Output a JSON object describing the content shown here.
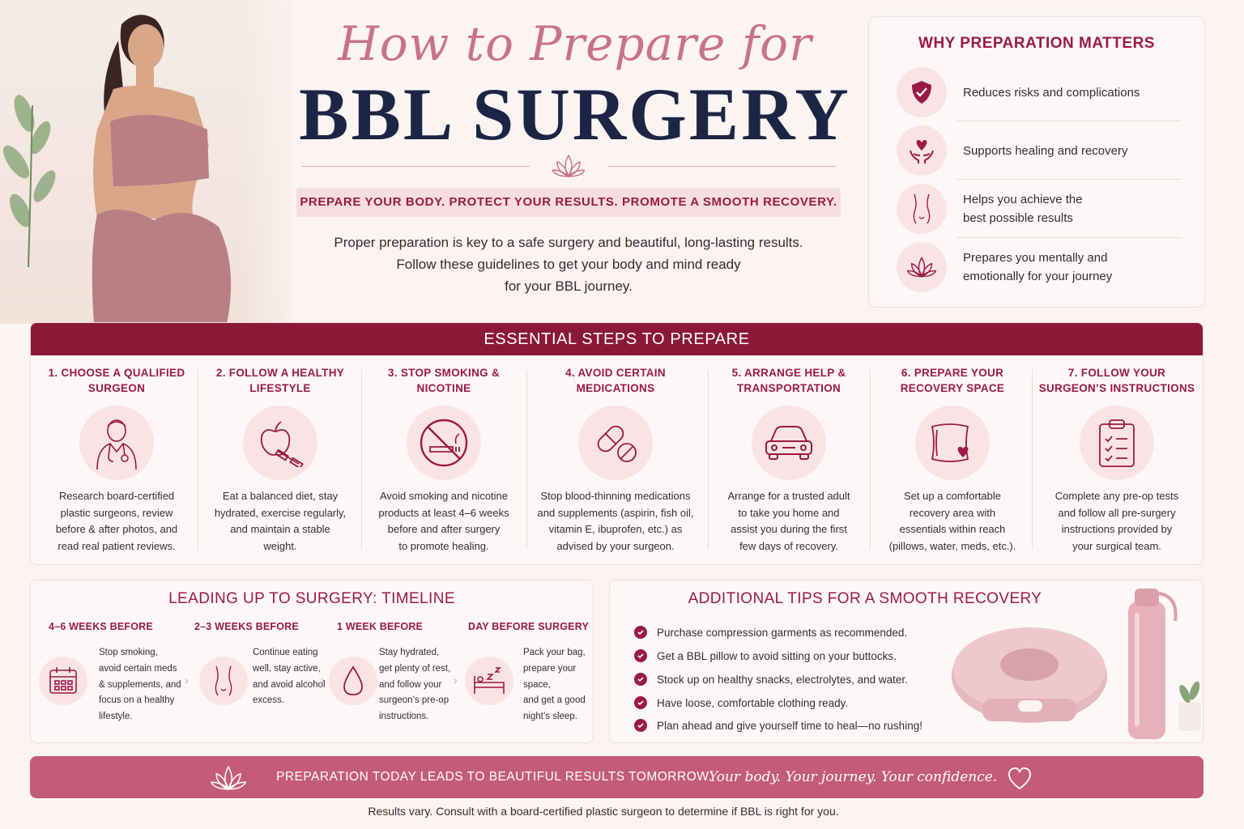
{
  "header": {
    "script_title": "How to Prepare for",
    "main_title": "BBL SURGERY",
    "tagline": "PREPARE YOUR BODY. PROTECT YOUR RESULTS. PROMOTE A SMOOTH RECOVERY.",
    "intro_lines": [
      "Proper preparation is key to a safe surgery and beautiful, long-lasting results.",
      "Follow these guidelines to get your body and mind ready",
      "for your BBL journey."
    ]
  },
  "why": {
    "title": "WHY PREPARATION MATTERS",
    "items": [
      {
        "icon": "shield-check-icon",
        "text": "Reduces risks and complications"
      },
      {
        "icon": "hands-heart-icon",
        "text": "Supports healing and recovery"
      },
      {
        "icon": "body-silhouette-icon",
        "text_lines": [
          "Helps you achieve the",
          "best possible results"
        ]
      },
      {
        "icon": "lotus-icon",
        "text_lines": [
          "Prepares you mentally and",
          "emotionally for your journey"
        ]
      }
    ]
  },
  "steps": {
    "title": "ESSENTIAL STEPS TO PREPARE",
    "items": [
      {
        "title_lines": [
          "1. CHOOSE A QUALIFIED",
          "SURGEON"
        ],
        "icon": "surgeon-icon",
        "desc_lines": [
          "Research board-certified",
          "plastic surgeons, review",
          "before & after photos, and",
          "read real patient reviews."
        ]
      },
      {
        "title_lines": [
          "2. FOLLOW A HEALTHY",
          "LIFESTYLE"
        ],
        "icon": "apple-dumbbell-icon",
        "desc_lines": [
          "Eat a balanced diet, stay",
          "hydrated, exercise regularly,",
          "and maintain a stable",
          "weight."
        ]
      },
      {
        "title_lines": [
          "3. STOP SMOKING &",
          "NICOTINE"
        ],
        "icon": "no-smoking-icon",
        "desc_lines": [
          "Avoid smoking and nicotine",
          "products at least 4–6 weeks",
          "before and after surgery",
          "to promote healing."
        ]
      },
      {
        "title_lines": [
          "4. AVOID CERTAIN",
          "MEDICATIONS"
        ],
        "icon": "pills-icon",
        "desc_lines": [
          "Stop blood-thinning medications",
          "and supplements (aspirin, fish oil,",
          "vitamin E, ibuprofen, etc.) as",
          "advised by your surgeon."
        ]
      },
      {
        "title_lines": [
          "5. ARRANGE HELP &",
          "TRANSPORTATION"
        ],
        "icon": "car-icon",
        "desc_lines": [
          "Arrange for a trusted adult",
          "to take you home and",
          "assist you during the first",
          "few days of recovery."
        ]
      },
      {
        "title_lines": [
          "6. PREPARE YOUR",
          "RECOVERY SPACE"
        ],
        "icon": "pillow-icon",
        "desc_lines": [
          "Set up a comfortable",
          "recovery area with",
          "essentials within reach",
          "(pillows, water, meds, etc.)."
        ]
      },
      {
        "title_lines": [
          "7. FOLLOW YOUR",
          "SURGEON’S INSTRUCTIONS"
        ],
        "icon": "clipboard-checklist-icon",
        "desc_lines": [
          "Complete any pre-op tests",
          "and follow all pre-surgery",
          "instructions provided by",
          "your surgical team."
        ]
      }
    ]
  },
  "timeline": {
    "title": "LEADING UP TO SURGERY: TIMELINE",
    "items": [
      {
        "label": "4–6 WEEKS BEFORE",
        "icon": "calendar-icon",
        "text_lines": [
          "Stop smoking,",
          "avoid certain meds",
          "& supplements, and",
          "focus on a healthy",
          "lifestyle."
        ]
      },
      {
        "label": "2–3 WEEKS BEFORE",
        "icon": "body-silhouette-icon",
        "text_lines": [
          "Continue eating",
          "well, stay active,",
          "and avoid alcohol",
          "excess."
        ]
      },
      {
        "label": "1 WEEK BEFORE",
        "icon": "water-drop-icon",
        "text_lines": [
          "Stay hydrated,",
          "get plenty of rest,",
          "and follow your",
          "surgeon’s pre-op",
          "instructions."
        ]
      },
      {
        "label": "DAY BEFORE SURGERY",
        "icon": "bed-sleep-icon",
        "text_lines": [
          "Pack your bag,",
          "prepare your space,",
          "and get a good",
          "night’s sleep."
        ]
      }
    ]
  },
  "tips": {
    "title": "ADDITIONAL TIPS FOR A SMOOTH RECOVERY",
    "items": [
      "Purchase compression garments as recommended.",
      "Get a BBL pillow to avoid sitting on your buttocks.",
      "Stock up on healthy snacks, electrolytes, and water.",
      "Have loose, comfortable clothing ready.",
      "Plan ahead and give yourself time to heal—no rushing!"
    ]
  },
  "footer": {
    "main": "PREPARATION TODAY LEADS TO BEAUTIFUL RESULTS TOMORROW.",
    "script": "Your body. Your journey. Your confidence.",
    "disclaimer": "Results vary. Consult with a board-certified plastic surgeon to determine if BBL is right for you."
  },
  "colors": {
    "accent": "#9b1a44",
    "banner": "#8c1838",
    "footer_band": "#c45b78",
    "navy_title": "#1c2545",
    "soft_pink": "#f9e3e7"
  }
}
